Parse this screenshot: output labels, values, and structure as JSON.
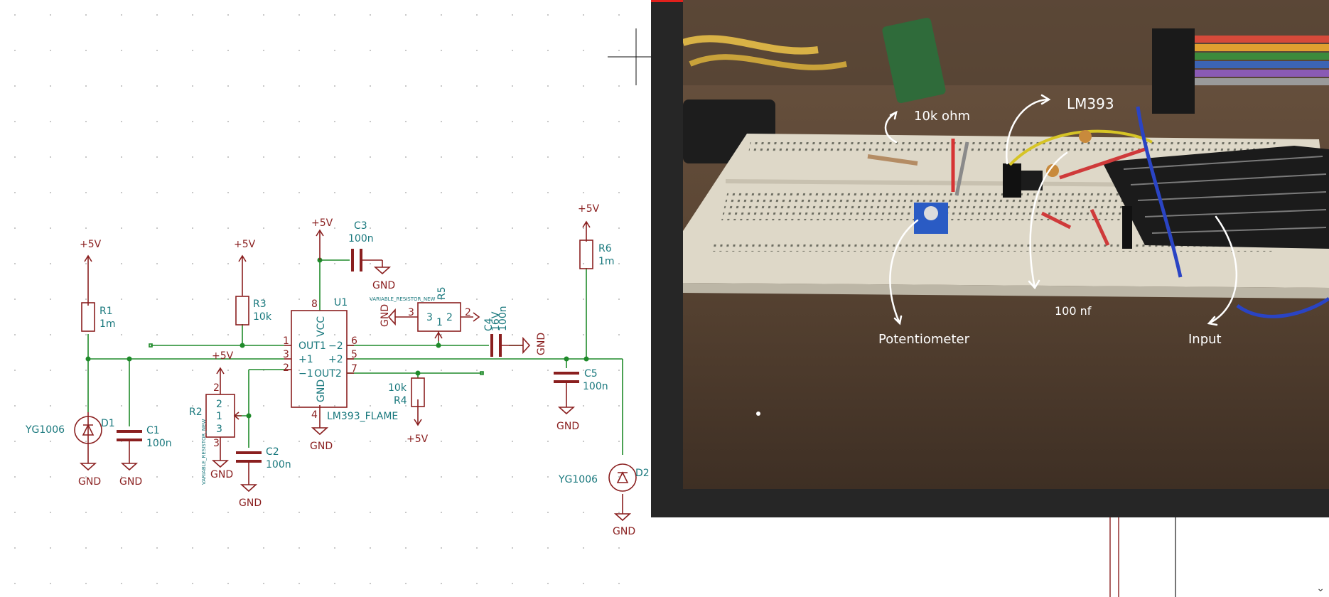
{
  "schematic": {
    "power_labels": [
      "+5V",
      "+5V",
      "+5V",
      "+5V",
      "+5V",
      "+5V"
    ],
    "gnd_label": "GND",
    "components": {
      "R1": {
        "ref": "R1",
        "value": "1m"
      },
      "R3": {
        "ref": "R3",
        "value": "10k"
      },
      "R4": {
        "ref": "R4",
        "value": "10k"
      },
      "R6": {
        "ref": "R6",
        "value": "1m"
      },
      "R2": {
        "ref": "R2",
        "footprint": "VARIABLE_RESISTOR_NEW"
      },
      "R5": {
        "ref": "R5",
        "footprint": "VARIABLE_RESISTOR_NEW"
      },
      "C1": {
        "ref": "C1",
        "value": "100n"
      },
      "C2": {
        "ref": "C2",
        "value": "100n"
      },
      "C3": {
        "ref": "C3",
        "value": "100n"
      },
      "C4": {
        "ref": "C4",
        "value": "100n",
        "extra": "16V"
      },
      "C5": {
        "ref": "C5",
        "value": "100n"
      },
      "D1": {
        "ref": "D1",
        "value": "YG1006"
      },
      "D2": {
        "ref": "D2",
        "value": "YG1006"
      },
      "U1": {
        "ref": "U1",
        "value": "LM393_FLAME",
        "pins": {
          "p1": "1",
          "p2": "2",
          "p3": "3",
          "p4": "4",
          "p5": "5",
          "p6": "6",
          "p7": "7",
          "p8": "8"
        },
        "inner": {
          "vcc": "VCC",
          "gnd": "GND",
          "out1": "OUT1",
          "minus2": "−2",
          "plus1": "+1",
          "plus2": "+2",
          "minus1": "−1",
          "out2": "OUT2"
        }
      }
    },
    "pot_pins": {
      "a": "1",
      "b": "2",
      "c": "3"
    }
  },
  "photo": {
    "labels": {
      "resistor": "10k ohm",
      "ic": "LM393",
      "capacitor": "100 nf",
      "potentiometer": "Potentiometer",
      "input": "Input"
    }
  },
  "colors": {
    "wire": "#1f8a2a",
    "component": "#8a1f1f",
    "label": "#19787d",
    "photo_frame": "#262626",
    "accent_red": "#e0201c"
  }
}
